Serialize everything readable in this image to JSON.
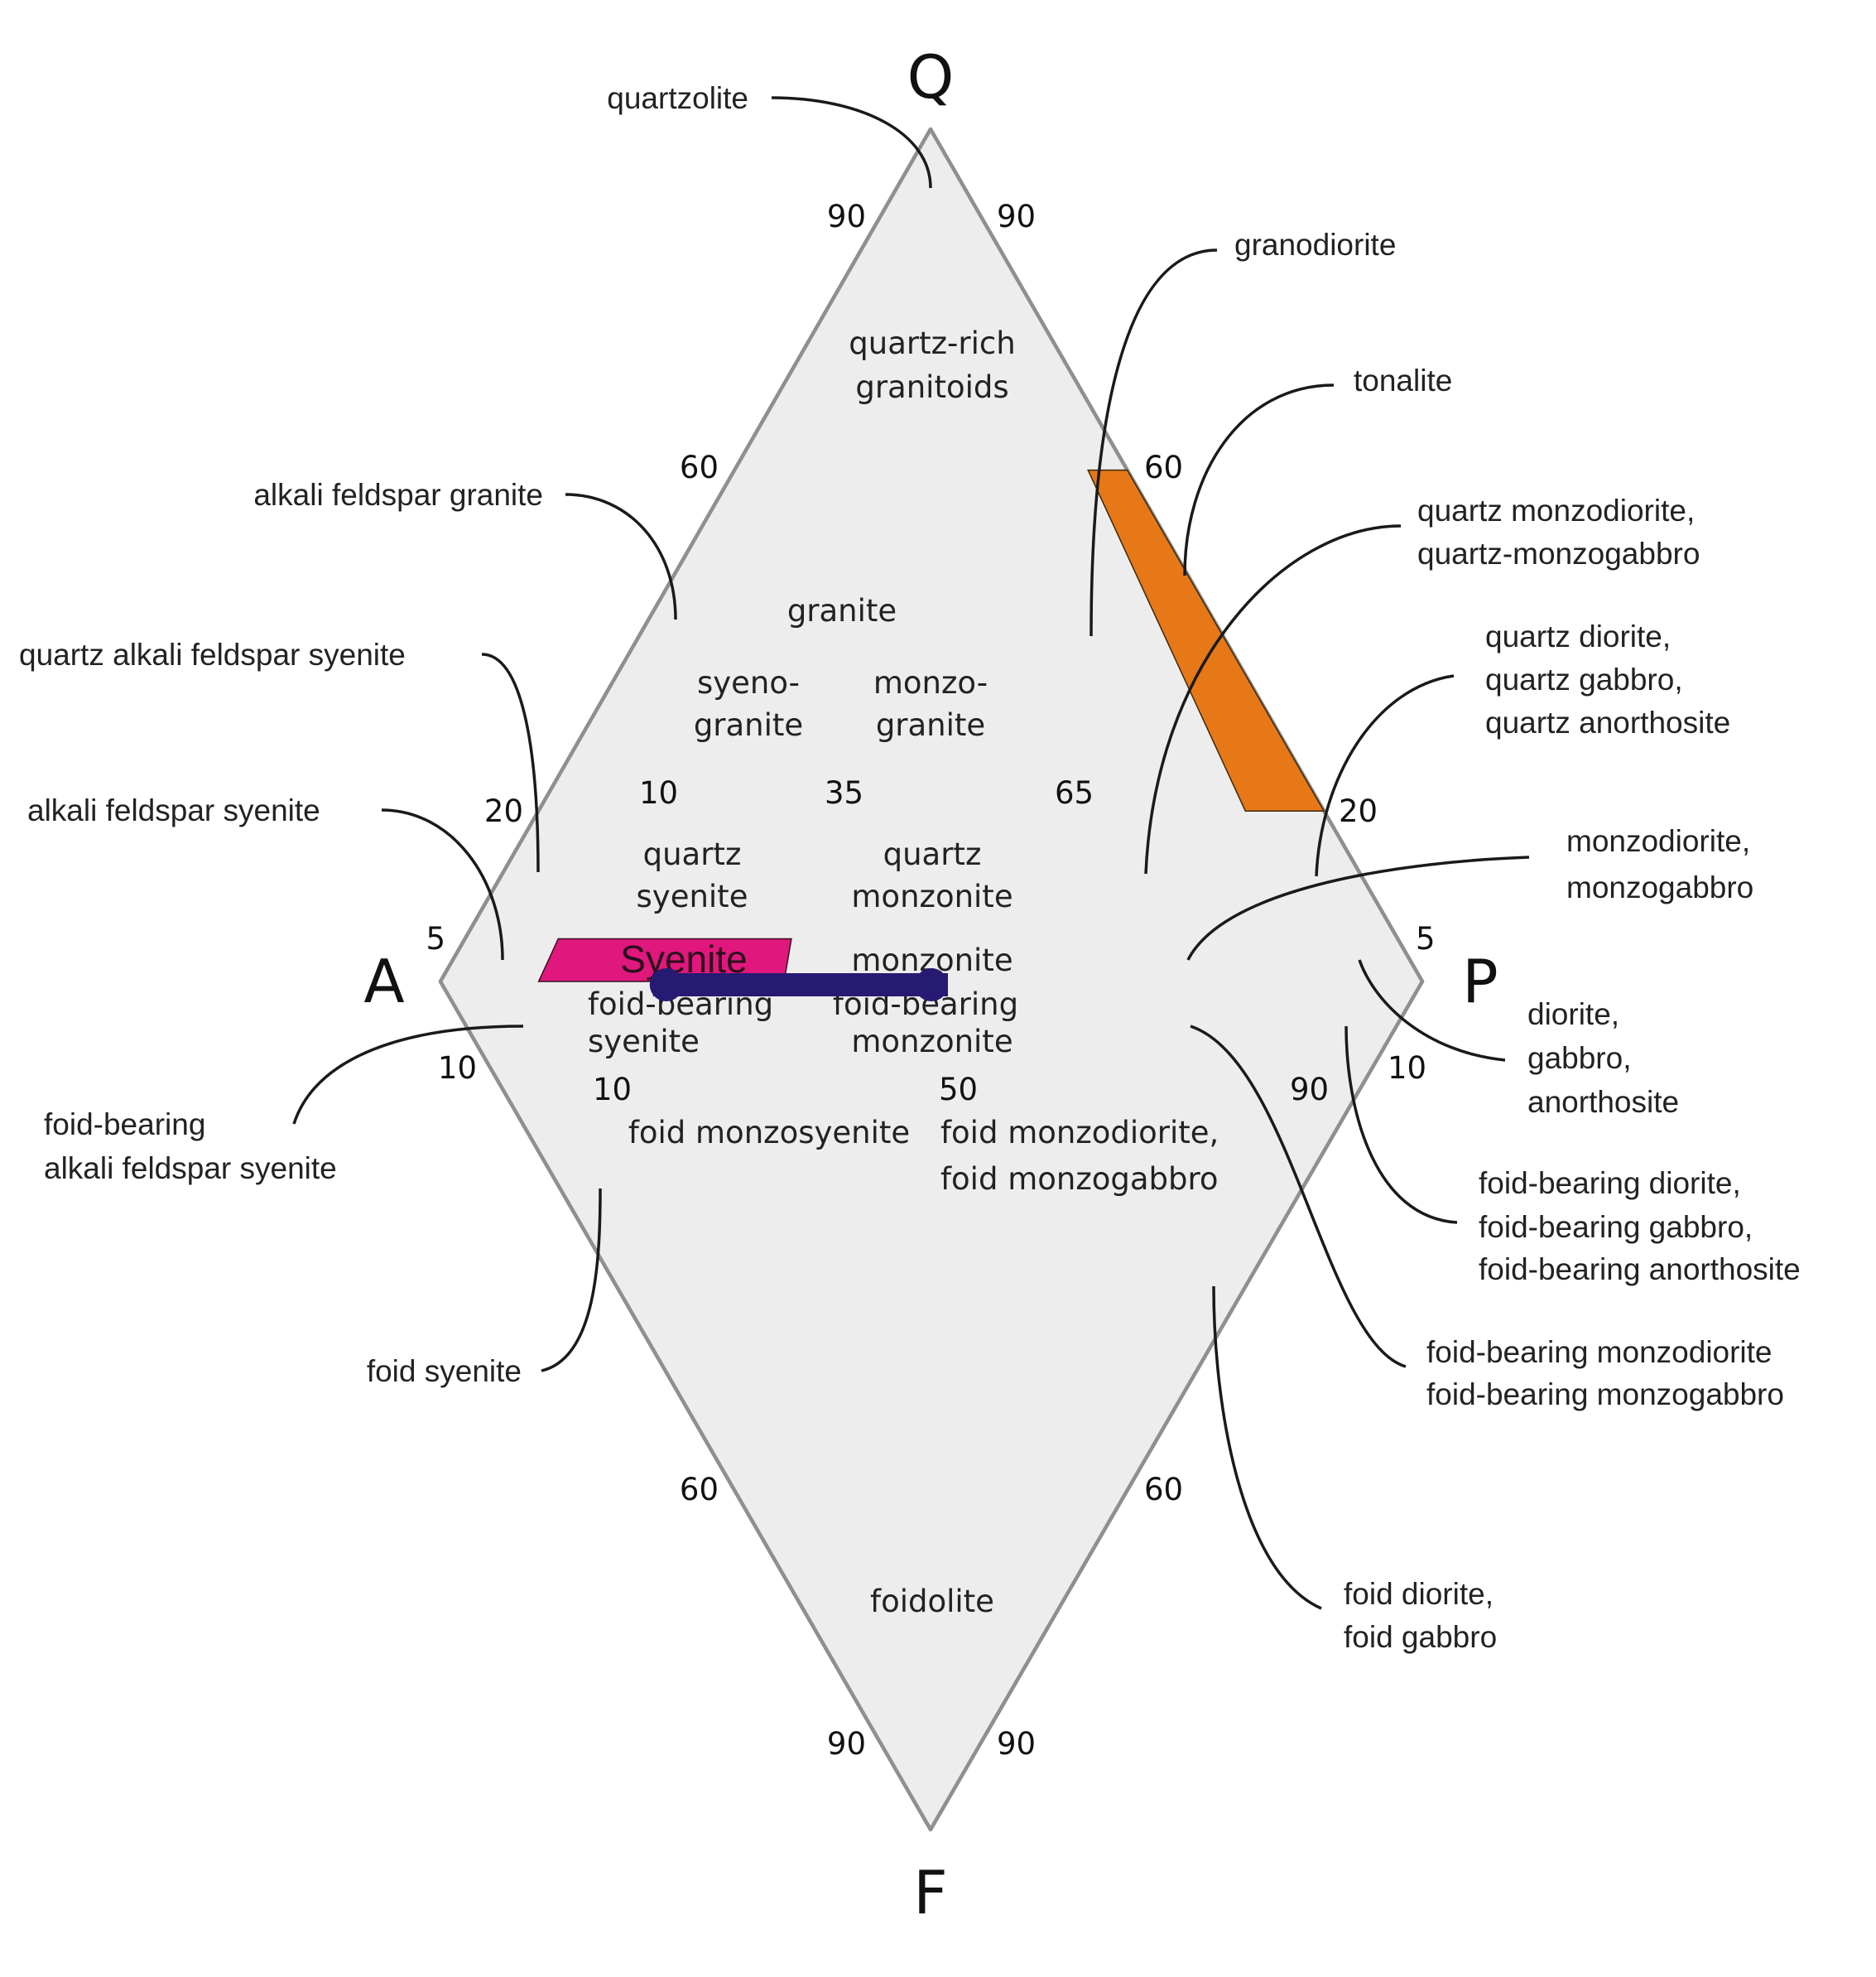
{
  "diagram": {
    "title": "QAPF diagram",
    "apexes": {
      "Q": "Q",
      "A": "A",
      "P": "P",
      "F": "F"
    },
    "colors": {
      "field_fill": "#ededed",
      "grid_line": "#8f8f8f",
      "tonalite_highlight": "#e67817",
      "syenite_highlight": "#e0177c",
      "range_bar": "#271a73"
    },
    "q_ticks": {
      "q90": "90",
      "q60": "60",
      "q20": "20",
      "q5": "5"
    },
    "f_ticks": {
      "f10": "10",
      "f60": "60",
      "f90": "90"
    },
    "upper_ratio_ticks": {
      "r10": "10",
      "r35": "35",
      "r65": "65"
    },
    "lower_ratio_ticks": {
      "r10": "10",
      "r50": "50",
      "r90": "90"
    },
    "field_labels": {
      "quartz_rich_1": "quartz-rich",
      "quartz_rich_2": "granitoids",
      "granite": "granite",
      "syenogranite_1": "syeno-",
      "syenogranite_2": "granite",
      "monzogranite_1": "monzo-",
      "monzogranite_2": "granite",
      "quartz_syenite_1": "quartz",
      "quartz_syenite_2": "syenite",
      "quartz_monzonite_1": "quartz",
      "quartz_monzonite_2": "monzonite",
      "syenite": "Syenite",
      "monzonite": "monzonite",
      "fb_syenite_1": "foid-bearing",
      "fb_syenite_2": "syenite",
      "fb_monzonite_1": "foid-bearing",
      "fb_monzonite_2": "monzonite",
      "foid_monzosyenite": "foid monzosyenite",
      "foid_monzodiorite_1": "foid monzodiorite,",
      "foid_monzodiorite_2": "foid monzogabbro",
      "foidolite": "foidolite"
    },
    "callouts": {
      "quartzolite": [
        "quartzolite"
      ],
      "alkali_feldspar_granite": [
        "alkali feldspar granite"
      ],
      "quartz_alkali_feldspar_syenite": [
        "quartz alkali feldspar syenite"
      ],
      "alkali_feldspar_syenite": [
        "alkali feldspar syenite"
      ],
      "fb_alkali_feldspar_syenite": [
        "foid-bearing",
        "alkali feldspar syenite"
      ],
      "foid_syenite": [
        "foid syenite"
      ],
      "granodiorite": [
        "granodiorite"
      ],
      "tonalite": [
        "tonalite"
      ],
      "quartz_monzodiorite": [
        "quartz monzodiorite,",
        "quartz-monzogabbro"
      ],
      "quartz_diorite": [
        "quartz diorite,",
        "quartz gabbro,",
        "quartz anorthosite"
      ],
      "monzodiorite": [
        "monzodiorite,",
        "monzogabbro"
      ],
      "diorite": [
        "diorite,",
        "gabbro,",
        "anorthosite"
      ],
      "fb_diorite": [
        "foid-bearing diorite,",
        "foid-bearing gabbro,",
        "foid-bearing anorthosite"
      ],
      "fb_monzodiorite": [
        "foid-bearing monzodiorite",
        "foid-bearing monzogabbro"
      ],
      "foid_diorite": [
        "foid diorite,",
        "foid gabbro"
      ]
    },
    "highlights": {
      "tonalite_field": {
        "q_min": 20,
        "q_max": 60,
        "p_ratio_min": 90,
        "p_ratio_max": 100
      },
      "syenite_field": {
        "q_min": 0,
        "q_max": 5,
        "p_ratio_min": 10,
        "p_ratio_max": 35
      },
      "range_bar": {
        "q": 0,
        "p_ratio_start": 23,
        "p_ratio_end": 50
      }
    }
  }
}
